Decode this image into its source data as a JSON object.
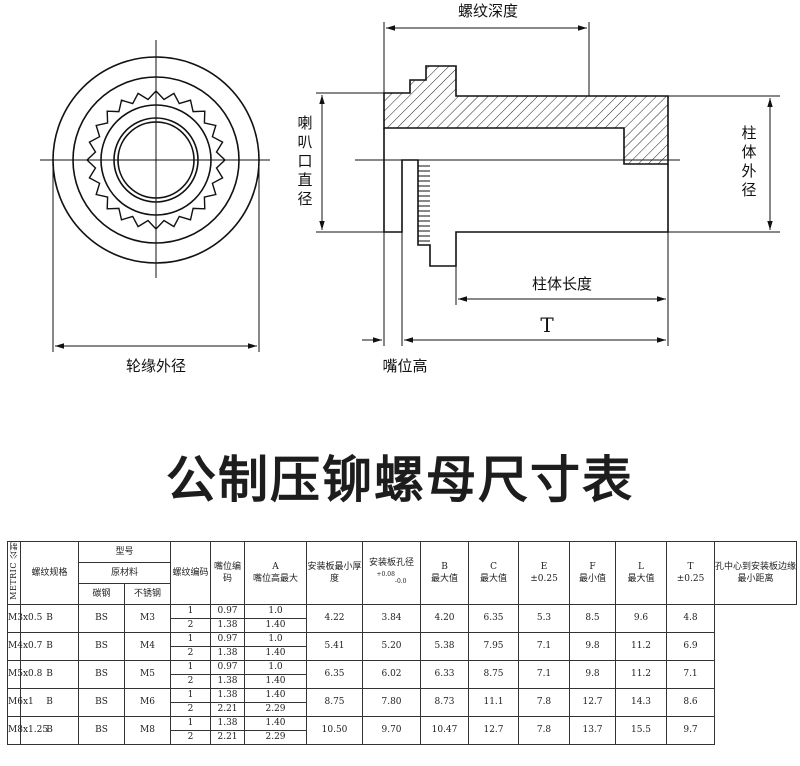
{
  "diagram": {
    "labels": {
      "thread_depth": "螺纹深度",
      "flare_diameter": "喇叭口直径",
      "column_outer_diameter": "柱体外径",
      "column_length": "柱体长度",
      "t_dim": "T",
      "rim_outer_diameter": "轮缘外径",
      "mouth_height": "嘴位高"
    }
  },
  "title": "公制压铆螺母尺寸表",
  "table": {
    "side_label": "METRIC 公制",
    "headers": {
      "thread_spec": "螺纹规格",
      "model": "型号",
      "material": "原材料",
      "carbon_steel": "碳钢",
      "stainless": "不锈钢",
      "thread_code": "螺纹编码",
      "mouth_code": "嘴位编码",
      "a_letter": "A",
      "a_text": "嘴位高最大",
      "plate_thickness": "安装板最小厚度",
      "hole_text": "安装板孔径",
      "hole_tol_plus": "+0.08",
      "hole_tol_minus": "-0.0",
      "b_letter": "B",
      "b_text": "最大值",
      "c_letter": "C",
      "c_text": "最大值",
      "e_letter": "E",
      "e_text": "±0.25",
      "f_letter": "F",
      "f_text": "最小值",
      "l_letter": "L",
      "l_text": "最大值",
      "t_letter": "T",
      "t_text": "±0.25",
      "edge_distance": "孔中心到安装板边缘最小距离"
    },
    "rows": [
      {
        "spec": "M3x0.5",
        "carbon": "B",
        "stainless": "BS",
        "code": "M3",
        "hole": "4.22",
        "b": "3.84",
        "c": "4.20",
        "e": "6.35",
        "f": "5.3",
        "l": "8.5",
        "t": "9.6",
        "edge": "4.8",
        "sub": [
          {
            "mouth": "1",
            "a": "0.97",
            "plate": "1.0"
          },
          {
            "mouth": "2",
            "a": "1.38",
            "plate": "1.40"
          }
        ]
      },
      {
        "spec": "M4x0.7",
        "carbon": "B",
        "stainless": "BS",
        "code": "M4",
        "hole": "5.41",
        "b": "5.20",
        "c": "5.38",
        "e": "7.95",
        "f": "7.1",
        "l": "9.8",
        "t": "11.2",
        "edge": "6.9",
        "sub": [
          {
            "mouth": "1",
            "a": "0.97",
            "plate": "1.0"
          },
          {
            "mouth": "2",
            "a": "1.38",
            "plate": "1.40"
          }
        ]
      },
      {
        "spec": "M5x0.8",
        "carbon": "B",
        "stainless": "BS",
        "code": "M5",
        "hole": "6.35",
        "b": "6.02",
        "c": "6.33",
        "e": "8.75",
        "f": "7.1",
        "l": "9.8",
        "t": "11.2",
        "edge": "7.1",
        "sub": [
          {
            "mouth": "1",
            "a": "0.97",
            "plate": "1.0"
          },
          {
            "mouth": "2",
            "a": "1.38",
            "plate": "1.40"
          }
        ]
      },
      {
        "spec": "M6x1",
        "carbon": "B",
        "stainless": "BS",
        "code": "M6",
        "hole": "8.75",
        "b": "7.80",
        "c": "8.73",
        "e": "11.1",
        "f": "7.8",
        "l": "12.7",
        "t": "14.3",
        "edge": "8.6",
        "sub": [
          {
            "mouth": "1",
            "a": "1.38",
            "plate": "1.40"
          },
          {
            "mouth": "2",
            "a": "2.21",
            "plate": "2.29"
          }
        ]
      },
      {
        "spec": "M8x1.25",
        "carbon": "B",
        "stainless": "BS",
        "code": "M8",
        "hole": "10.50",
        "b": "9.70",
        "c": "10.47",
        "e": "12.7",
        "f": "7.8",
        "l": "13.7",
        "t": "15.5",
        "edge": "9.7",
        "sub": [
          {
            "mouth": "1",
            "a": "1.38",
            "plate": "1.40"
          },
          {
            "mouth": "2",
            "a": "2.21",
            "plate": "2.29"
          }
        ]
      }
    ]
  }
}
